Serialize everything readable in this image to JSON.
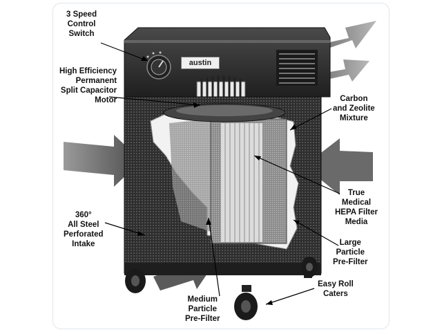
{
  "brand": {
    "label": "austin"
  },
  "callouts": {
    "speed_switch": [
      "3 Speed",
      "Control",
      "Switch"
    ],
    "motor": [
      "High Efficiency",
      "Permanent",
      "Split Capacitor",
      "Motor"
    ],
    "carbon": [
      "Carbon",
      "and Zeolite",
      "Mixture"
    ],
    "hepa": [
      "True",
      "Medical",
      "HEPA Filter",
      "Media"
    ],
    "intake": [
      "360°",
      "All Steel",
      "Perforated",
      "Intake"
    ],
    "large_prefilter": [
      "Large",
      "Particle",
      "Pre-Filter"
    ],
    "medium_prefilter": [
      "Medium",
      "Particle",
      "Pre-Filter"
    ],
    "casters": [
      "Easy Roll",
      "Caters"
    ]
  },
  "colors": {
    "housing_dark": "#2b2b2b",
    "housing_light": "#555555",
    "arrow_fill": "#5c5c5c",
    "hepa_pleat": "#dcdcdc",
    "prefilter": "#f2f2f2"
  }
}
